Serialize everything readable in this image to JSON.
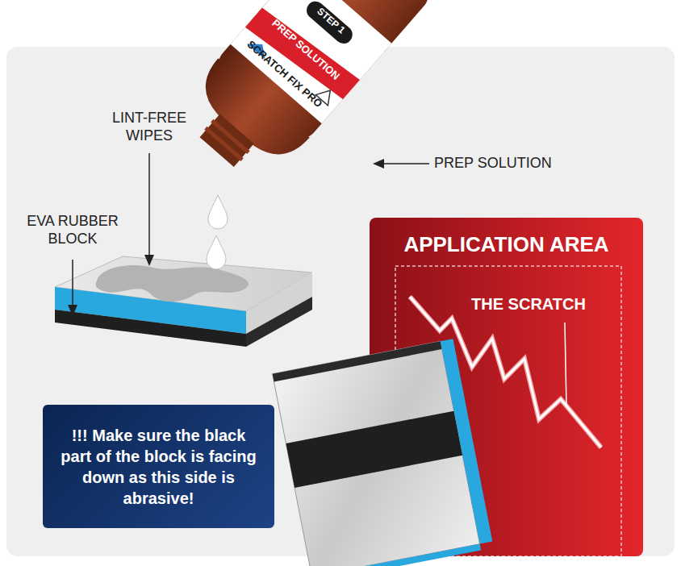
{
  "diagram": {
    "nodes": [
      {
        "text": [
          "APPLICATION AREA"
        ]
      },
      {
        "text": [
          "THE SCRATCH"
        ],
        "in": 0
      },
      {
        "text": [
          "!!! Make sure the black part of the block is facing down as this side is abrasive!"
        ]
      }
    ],
    "labels": [
      "LINT-FREE WIPES",
      "EVA RUBBER BLOCK",
      "PREP SOLUTION",
      "STEP 1",
      "PREP SOLUTION",
      "SCRATCH FIX PRO"
    ]
  }
}
